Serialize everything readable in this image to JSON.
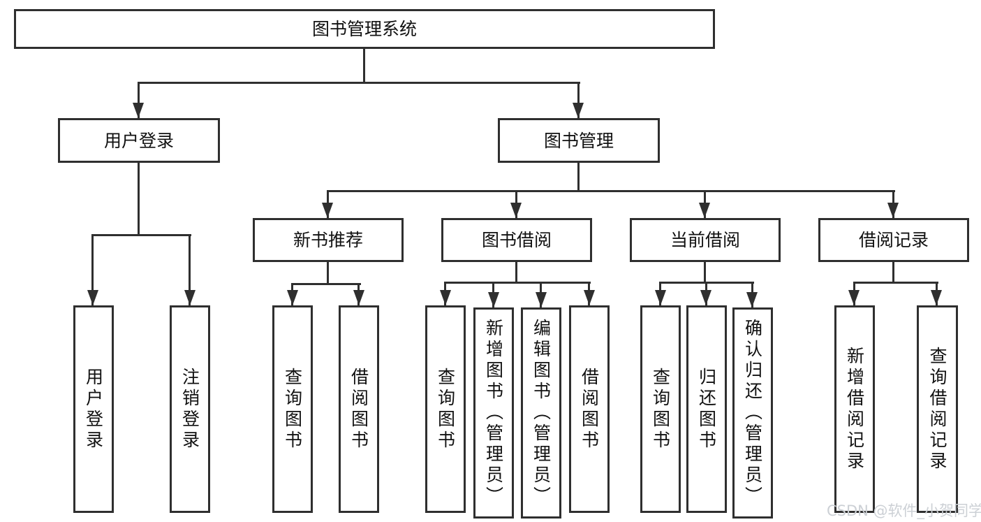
{
  "diagram": {
    "root": {
      "label": "图书管理系统",
      "children": [
        {
          "label": "用户登录",
          "children": [
            {
              "label": "用户登录"
            },
            {
              "label": "注销登录"
            }
          ]
        },
        {
          "label": "图书管理",
          "children": [
            {
              "label": "新书推荐",
              "children": [
                {
                  "label": "查询图书"
                },
                {
                  "label": "借阅图书"
                }
              ]
            },
            {
              "label": "图书借阅",
              "children": [
                {
                  "label": "查询图书"
                },
                {
                  "label": "新增图书（管理员）"
                },
                {
                  "label": "编辑图书（管理员）"
                },
                {
                  "label": "借阅图书"
                }
              ]
            },
            {
              "label": "当前借阅",
              "children": [
                {
                  "label": "查询图书"
                },
                {
                  "label": "归还图书"
                },
                {
                  "label": "确认归还（管理员）"
                }
              ]
            },
            {
              "label": "借阅记录",
              "children": [
                {
                  "label": "新增借阅记录"
                },
                {
                  "label": "查询借阅记录"
                }
              ]
            }
          ]
        }
      ]
    }
  },
  "watermark": {
    "text": "CSDN @软件_小贺同学"
  },
  "colors": {
    "line": "#2f2f2f",
    "text": "#111111",
    "background": "#ffffff",
    "watermark": "#ccd0d5"
  }
}
